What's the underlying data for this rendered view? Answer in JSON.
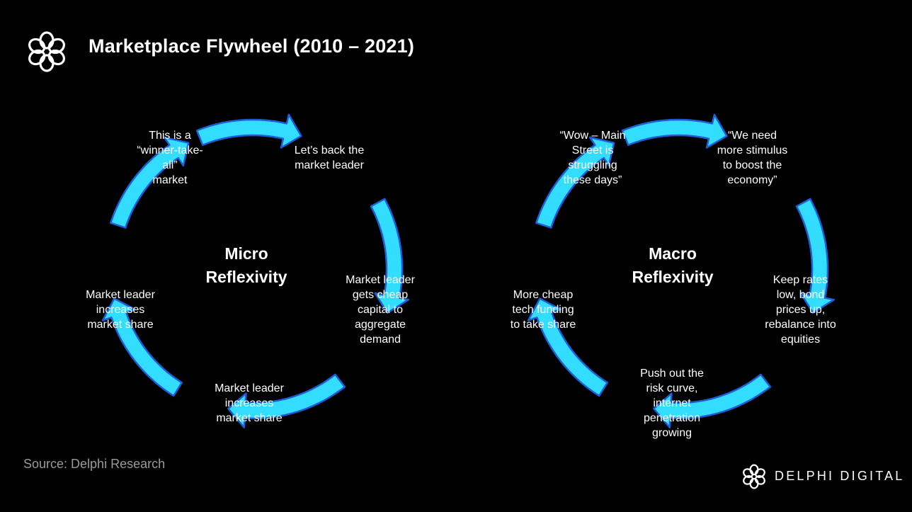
{
  "title": "Marketplace Flywheel (2010 – 2021)",
  "source": "Source: Delphi Research",
  "brand": "DELPHI DIGITAL",
  "colors": {
    "arrow_fill": "#33ddff",
    "arrow_stroke": "#1f5ed9",
    "background": "#000000",
    "source_text": "#9a9a9a"
  },
  "micro": {
    "center": "Micro\nReflexivity",
    "nodes": [
      "This is a\n“winner-take-\nall”\nmarket",
      "Let’s back the\nmarket leader",
      "Market leader\ngets cheap\ncapital to\naggregate\ndemand",
      "Market leader\nincreases\nmarket share",
      "Market leader\nincreases\nmarket share"
    ]
  },
  "macro": {
    "center": "Macro\nReflexivity",
    "nodes": [
      "“Wow – Main\nStreet is\nstruggling\nthese days”",
      "“We need\nmore stimulus\nto boost the\neconomy”",
      "Keep rates\nlow, bond\nprices up,\nrebalance into\nequities",
      "Push out the\nrisk curve,\ninternet\npenetration\ngrowing",
      "More cheap\ntech funding\nto take share"
    ]
  }
}
